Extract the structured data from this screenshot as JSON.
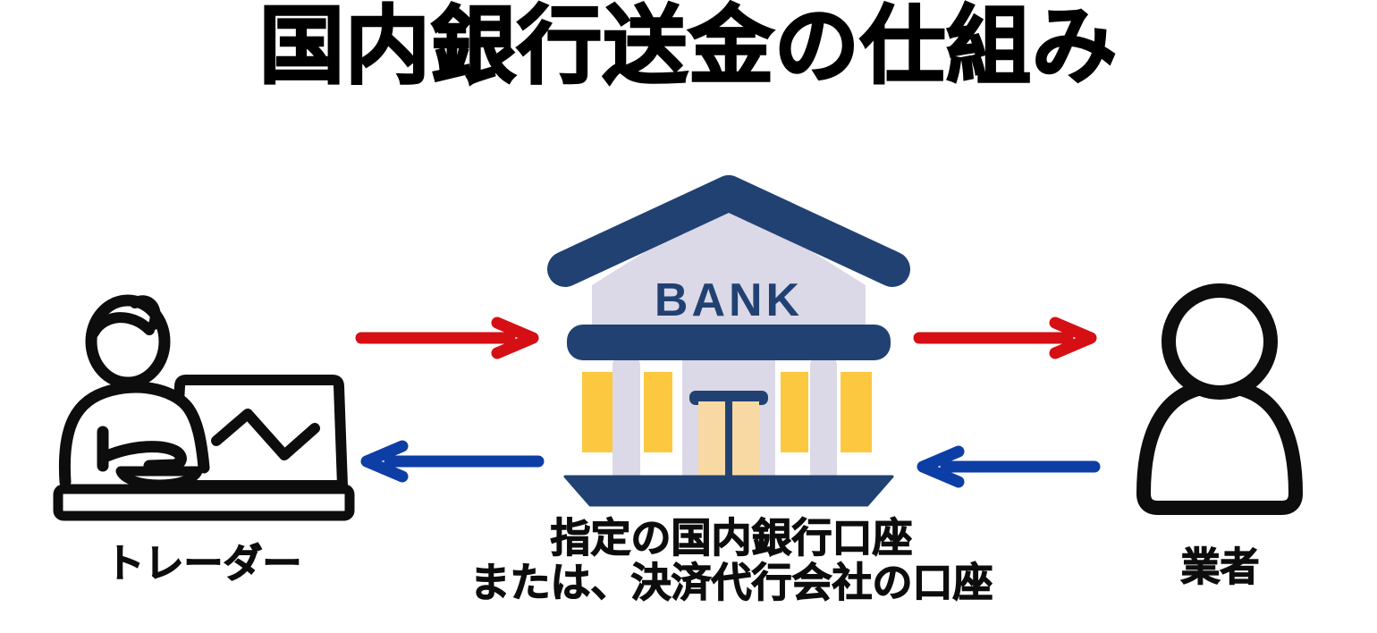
{
  "title": "国内銀行送金の仕組み",
  "trader": {
    "label": "トレーダー",
    "icon": "person-at-laptop-icon"
  },
  "vendor": {
    "label": "業者",
    "icon": "person-icon"
  },
  "bank": {
    "icon": "bank-building-icon",
    "sign": "BANK",
    "caption_line1": "指定の国内銀行口座",
    "caption_line2": "または、決済代行会社の口座"
  },
  "arrows": {
    "trader_to_bank": "red-right-arrow",
    "bank_to_vendor": "red-right-arrow",
    "vendor_to_bank": "blue-left-arrow",
    "bank_to_trader": "blue-left-arrow"
  },
  "colors": {
    "navy": "#214173",
    "lavender": "#dbd9e7",
    "yellow": "#fcc83f",
    "door": "#f8d9a3",
    "red": "#d50f14",
    "blue": "#0d3ea6",
    "ink": "#0d0d0d"
  }
}
